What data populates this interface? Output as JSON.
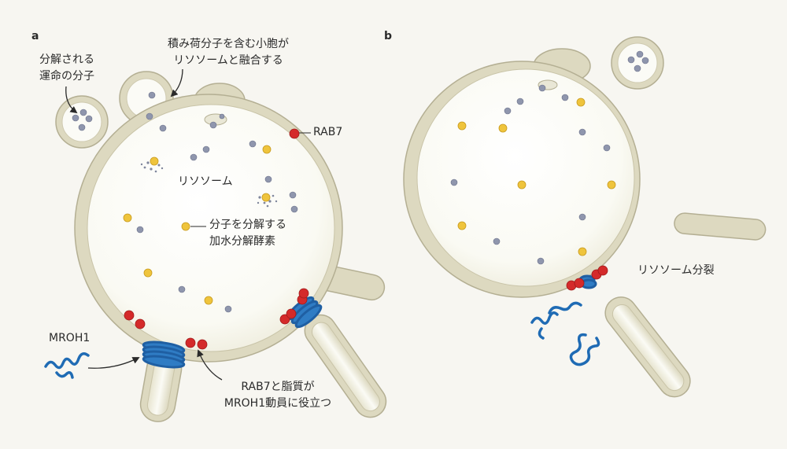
{
  "panels": {
    "a": {
      "letter": "a",
      "labels": {
        "degrade_molecule_1": "分解される",
        "degrade_molecule_2": "運命の分子",
        "vesicle_fuse_1": "積み荷分子を含む小胞が",
        "vesicle_fuse_2": "リソソームと融合する",
        "rab7": "RAB7",
        "lysosome": "リソソーム",
        "enzyme_1": "分子を分解する",
        "enzyme_2": "加水分解酵素",
        "mroh1": "MROH1",
        "recruit_1": "RAB7と脂質が",
        "recruit_2": "MROH1動員に役立つ"
      }
    },
    "b": {
      "letter": "b",
      "labels": {
        "fission": "リソソーム分裂"
      }
    }
  },
  "colors": {
    "background": "#f7f6f1",
    "membrane": "#ddd9c0",
    "membrane_edge": "#b4af93",
    "lumen": "#fbfbf6",
    "cargo_molecule": "#8f96ad",
    "enzyme": "#efc43c",
    "rab7": "#d42a2a",
    "mroh1": "#1f6bb4"
  }
}
